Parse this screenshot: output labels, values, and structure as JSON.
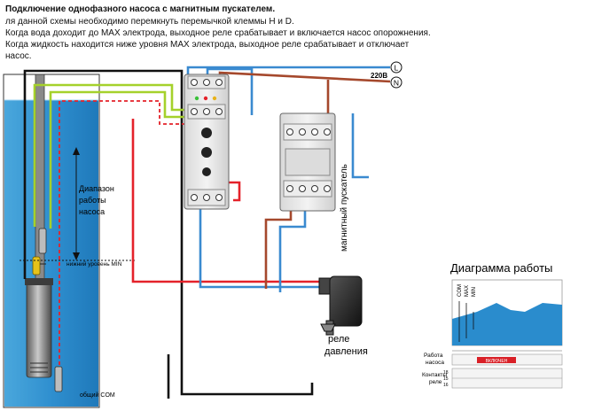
{
  "header": {
    "title": "Подключение однофазного насоса с магнитным пускателем.",
    "lines": [
      "ля данной схемы необходимо перемкнуть перемычкой клеммы H и D.",
      "Когда вода доходит до MAX электрода, выходное реле срабатывает и включается насос опорожнения.",
      "Когда жидкость находится ниже уровня MAX электрода, выходное реле срабатывает и отключает",
      "насос."
    ]
  },
  "labels": {
    "range": [
      "Диапазон",
      "работы",
      "насоса"
    ],
    "min_level": "нижний уровень MIN",
    "com": "общий COM",
    "voltage": "220В",
    "phase_l": "L",
    "phase_n": "N",
    "contactor": "магнитный пускатель",
    "pressure_relay": [
      "реле",
      "давления"
    ]
  },
  "diagram": {
    "title": "Диаграмма работы",
    "electrodes": [
      "COM",
      "MAX",
      "MIN"
    ],
    "row_pump": [
      "Работа",
      "насоса"
    ],
    "on_label": "ВКЛЮЧЕН",
    "row_contacts": [
      "Контакты",
      "реле"
    ],
    "contact_codes": [
      "18",
      "15",
      "16"
    ]
  },
  "colors": {
    "water": "#2a86c4",
    "wire_blue": "#3a8ad0",
    "wire_red": "#e4222a",
    "wire_brown": "#a5482c",
    "wire_green": "#9fce2b",
    "wire_black": "#111111"
  }
}
